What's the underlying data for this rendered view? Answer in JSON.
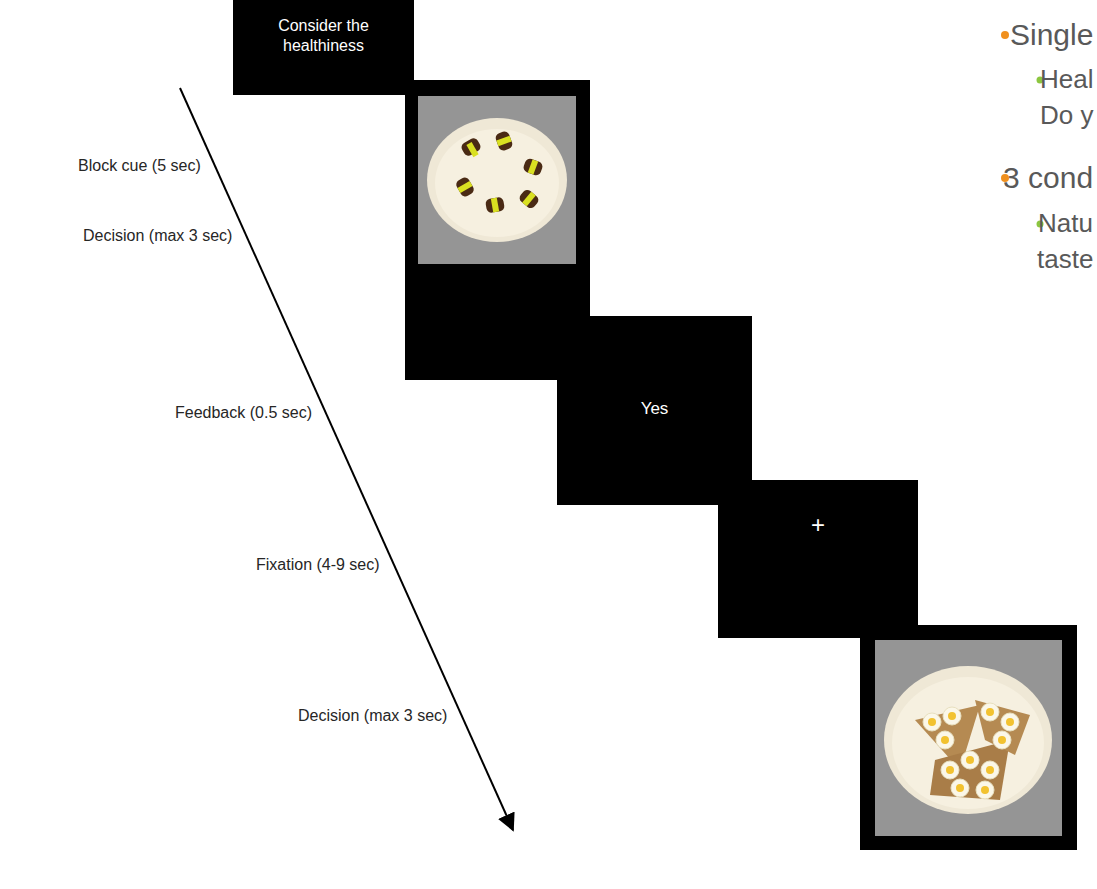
{
  "diagram": {
    "nodes": [
      {
        "text": [
          "Consider the healthiness"
        ]
      },
      {
        "text": [
          "Yes"
        ]
      },
      {
        "text": [
          "+"
        ]
      }
    ],
    "labels": [
      "Block cue (5 sec)",
      "Decision (max 3 sec)",
      "Feedback (0.5 sec)",
      "Fixation (4-9 sec)",
      "Decision (max 3 sec)",
      "Single",
      "Heal",
      "Do y",
      "3 cond",
      "Natu",
      "taste"
    ]
  }
}
